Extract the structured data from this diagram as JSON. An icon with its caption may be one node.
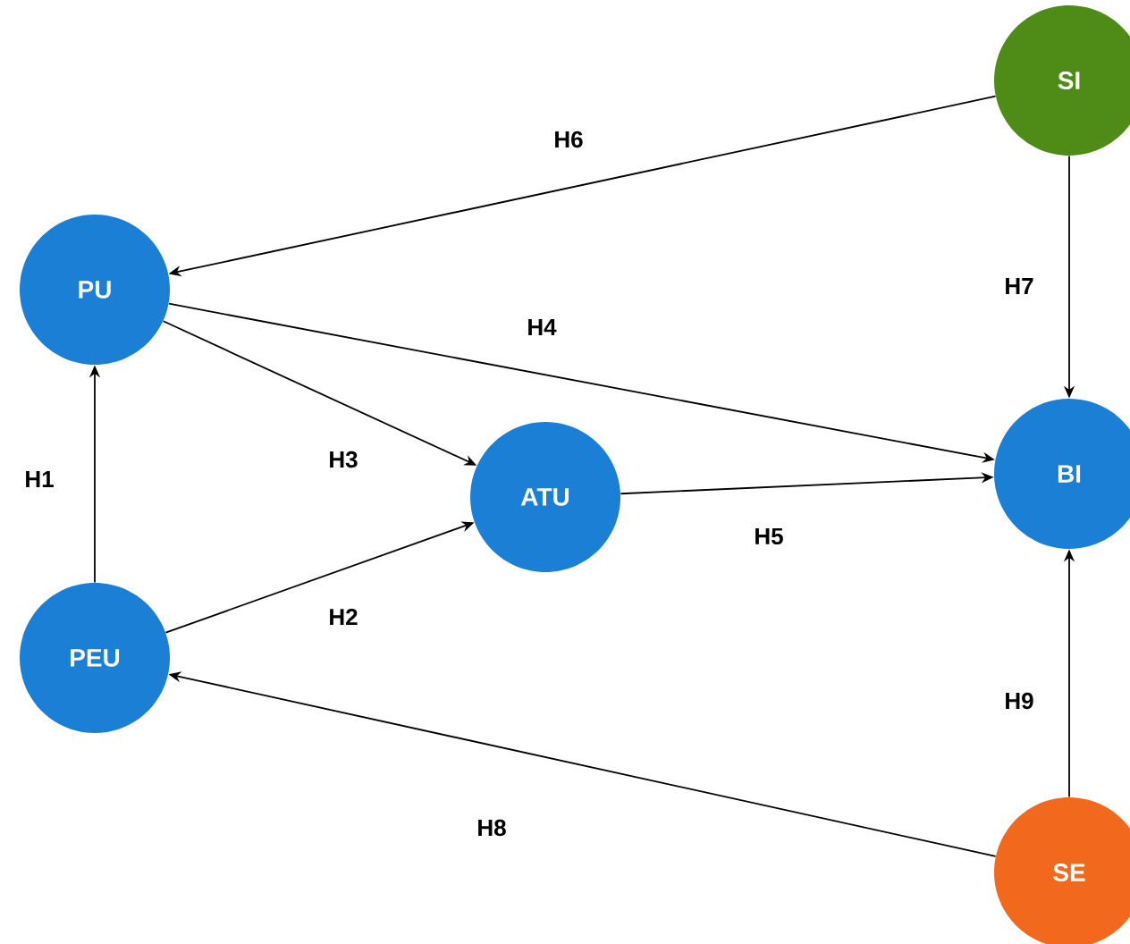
{
  "diagram": {
    "nodes": [
      {
        "text": [
          "SI"
        ]
      },
      {
        "text": [
          "PU"
        ]
      },
      {
        "text": [
          "ATU"
        ]
      },
      {
        "text": [
          "BI"
        ]
      },
      {
        "text": [
          "PEU"
        ]
      },
      {
        "text": [
          "SE"
        ]
      }
    ],
    "edges": [
      {
        "from": 0,
        "to": 1,
        "arrow": "to",
        "label": "H6"
      },
      {
        "from": 0,
        "to": 3,
        "arrow": "to",
        "label": "H7"
      },
      {
        "from": 1,
        "to": 3,
        "arrow": "to",
        "label": "H4"
      },
      {
        "from": 4,
        "to": 1,
        "arrow": "to",
        "label": "H1"
      },
      {
        "from": 1,
        "to": 2,
        "arrow": "to",
        "label": "H3"
      },
      {
        "from": 4,
        "to": 2,
        "arrow": "to",
        "label": "H2"
      },
      {
        "from": 2,
        "to": 3,
        "arrow": "to",
        "label": "H5"
      },
      {
        "from": 5,
        "to": 3,
        "arrow": "to",
        "label": "H9"
      },
      {
        "from": 5,
        "to": 4,
        "arrow": "to",
        "label": "H8"
      }
    ]
  }
}
